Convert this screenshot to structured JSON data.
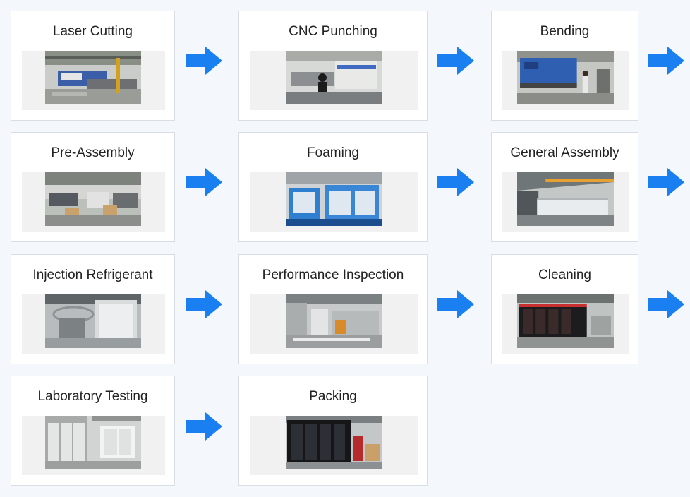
{
  "accent_color": "#1a7ff0",
  "steps": [
    {
      "label": "Laser Cutting",
      "photo": "laser-cutting-machine-photo"
    },
    {
      "label": "CNC Punching",
      "photo": "cnc-punching-machine-photo"
    },
    {
      "label": "Bending",
      "photo": "bending-press-photo"
    },
    {
      "label": "Pre-Assembly",
      "photo": "pre-assembly-workshop-photo"
    },
    {
      "label": "Foaming",
      "photo": "foaming-line-photo"
    },
    {
      "label": "General Assembly",
      "photo": "general-assembly-line-photo"
    },
    {
      "label": "Injection Refrigerant",
      "photo": "refrigerant-injection-station-photo"
    },
    {
      "label": "Performance Inspection",
      "photo": "performance-inspection-area-photo"
    },
    {
      "label": "Cleaning",
      "photo": "cleaning-area-photo"
    },
    {
      "label": "Laboratory Testing",
      "photo": "laboratory-test-chamber-photo"
    },
    {
      "label": "Packing",
      "photo": "packing-area-photo"
    }
  ],
  "arrows": 10
}
